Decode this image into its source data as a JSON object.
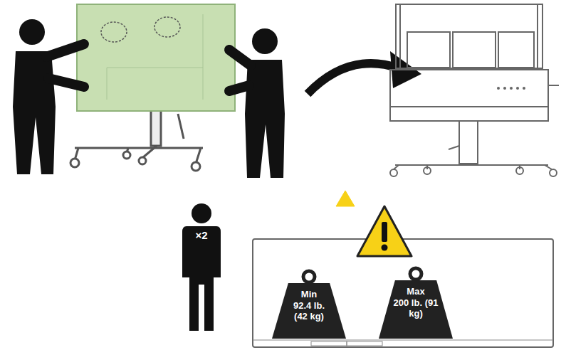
{
  "diagram": {
    "nodes": [
      {
        "text": [
          "×2"
        ]
      },
      {
        "text": [
          "Min",
          "92.4 lb. (42 kg)"
        ]
      },
      {
        "text": [
          "Max",
          "200 lb. (91 kg)"
        ]
      }
    ]
  }
}
